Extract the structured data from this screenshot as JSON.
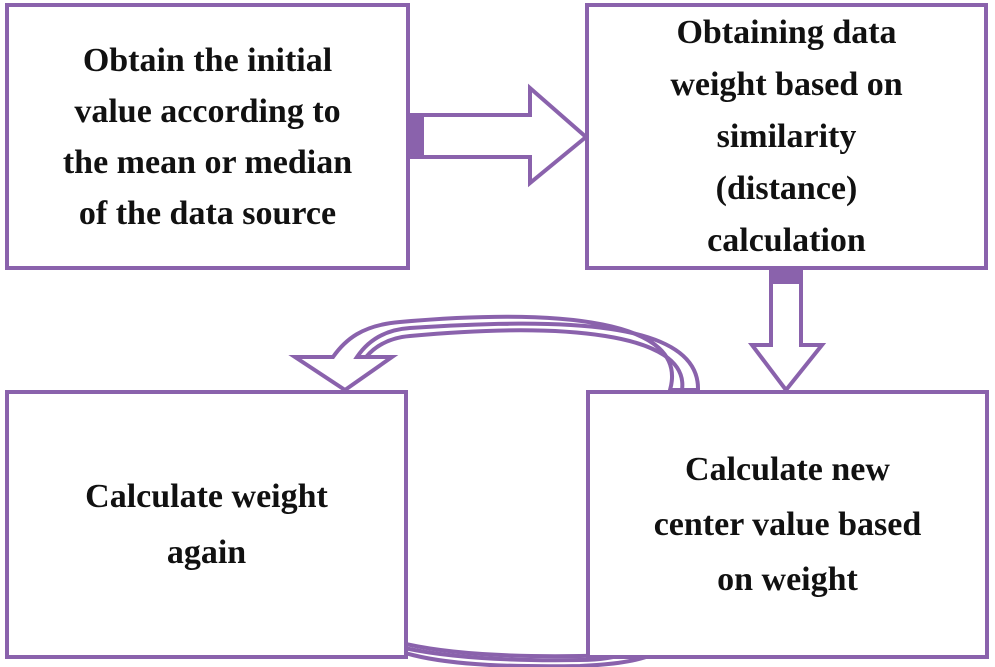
{
  "colors": {
    "border": "#8a62ac",
    "text": "#111111",
    "background": "#ffffff"
  },
  "diagram": {
    "steps": [
      {
        "id": "initial-value",
        "lines": [
          "Obtain the initial",
          "value according to",
          "the mean or median",
          "of the data source"
        ]
      },
      {
        "id": "data-weight",
        "lines": [
          "Obtaining data",
          "weight based on",
          "similarity",
          "(distance)",
          "calculation"
        ]
      },
      {
        "id": "weight-again",
        "lines": [
          "Calculate weight",
          "again"
        ]
      },
      {
        "id": "new-center",
        "lines": [
          "Calculate new",
          "center value based",
          "on weight"
        ]
      }
    ],
    "connections": [
      {
        "from": "initial-value",
        "to": "data-weight",
        "style": "block-arrow"
      },
      {
        "from": "data-weight",
        "to": "new-center",
        "style": "block-arrow"
      },
      {
        "from": "new-center",
        "to": "weight-again",
        "style": "curved-arrow"
      },
      {
        "from": "weight-again",
        "to": "new-center",
        "style": "curved-arrow"
      }
    ]
  }
}
